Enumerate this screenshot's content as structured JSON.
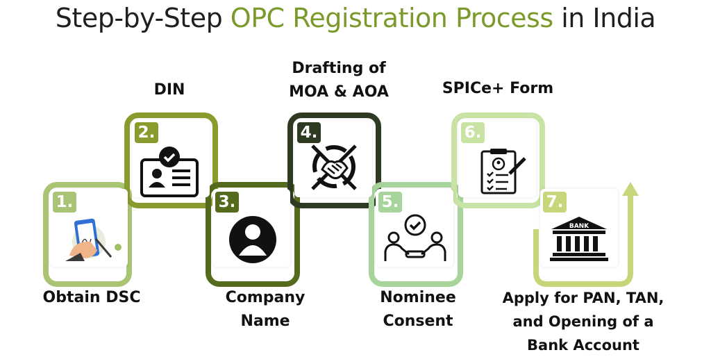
{
  "title": {
    "prefix": "Step-by-Step ",
    "highlight": "OPC Registration Process",
    "suffix": " in India"
  },
  "colors": {
    "step1": "#a9c474",
    "step2": "#8a9b2e",
    "step3": "#546a1c",
    "step4": "#2e3a22",
    "step5": "#a7d49a",
    "step6": "#c8e3a4",
    "step7": "#c6d67a",
    "title_highlight": "#7a9a2c"
  },
  "steps": [
    {
      "number": "1.",
      "label_lines": [
        "Obtain DSC"
      ],
      "icon": "phone-signature-icon"
    },
    {
      "number": "2.",
      "label_lines": [
        "DIN"
      ],
      "icon": "id-card-check-icon"
    },
    {
      "number": "3.",
      "label_lines": [
        "Company",
        "Name"
      ],
      "icon": "person-circle-icon"
    },
    {
      "number": "4.",
      "label_lines": [
        "Drafting of",
        "MOA & AOA"
      ],
      "icon": "handshake-circle-icon"
    },
    {
      "number": "5.",
      "label_lines": [
        "Nominee",
        "Consent"
      ],
      "icon": "agreement-check-icon"
    },
    {
      "number": "6.",
      "label_lines": [
        "SPICe+ Form"
      ],
      "icon": "clipboard-form-icon"
    },
    {
      "number": "7.",
      "label_lines": [
        "Apply for PAN, TAN,",
        "and Opening of a",
        "Bank Account"
      ],
      "icon": "bank-icon",
      "icon_text": "BANK"
    }
  ]
}
